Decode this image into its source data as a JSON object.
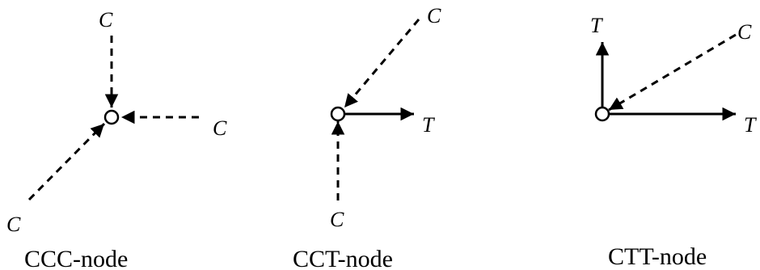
{
  "diagrams": [
    {
      "caption": "CCC-node",
      "labels": {
        "top": "C",
        "right": "C",
        "bottom_left": "C"
      }
    },
    {
      "caption": "CCT-node",
      "labels": {
        "top_right": "C",
        "right": "T",
        "bottom": "C"
      }
    },
    {
      "caption": "CTT-node",
      "labels": {
        "top": "T",
        "top_right": "C",
        "right": "T"
      }
    }
  ]
}
